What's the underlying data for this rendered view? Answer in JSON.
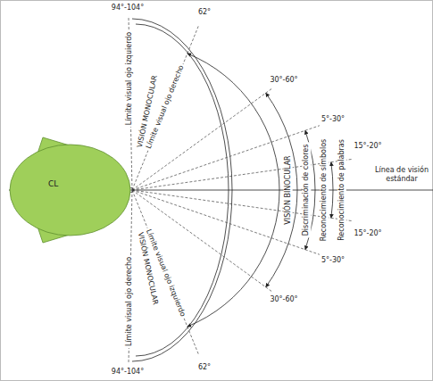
{
  "diagram": {
    "nodes": [
      {
        "text": [
          "CL"
        ]
      }
    ],
    "labels": [
      "94°-104°",
      "Límite visual ojo izquierdo",
      "VISIÓN MONOCULAR",
      "Límite visual ojo derecho",
      "62°",
      "30°-60°",
      "5°-30°",
      "15°-20°",
      "VISIÓN BINOCULAR",
      "Discriminación de colores",
      "Reconocimiento de símbolos",
      "Reconocimiento de palabras",
      "Línea de visión estándar",
      "15°-20°",
      "5°-30°",
      "30°-60°",
      "62°",
      "Límite visual ojo izquierdo",
      "VISIÓN MONOCULAR",
      "Límite visual ojo derecho",
      "94°-104°"
    ]
  }
}
